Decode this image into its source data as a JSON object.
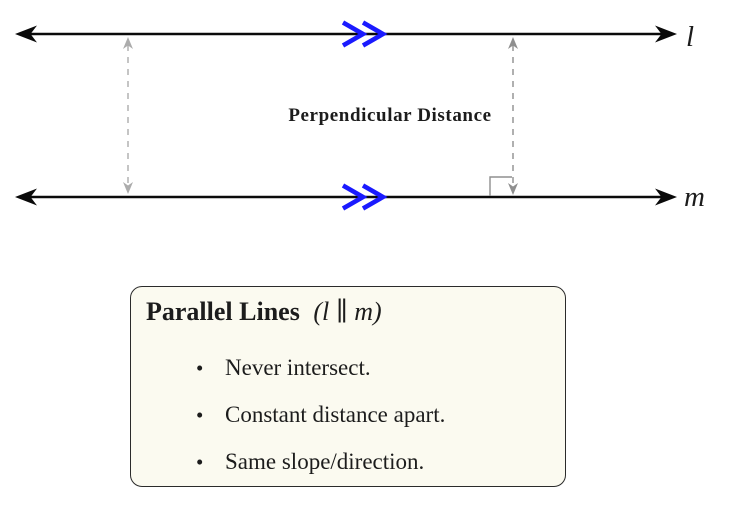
{
  "figure": {
    "line_l": {
      "label": "l"
    },
    "line_m": {
      "label": "m"
    },
    "distance_label": "Perpendicular Distance"
  },
  "infobox": {
    "title": "Parallel Lines",
    "title_math": "(l ∥ m)",
    "bullet_char": "•",
    "bullets": [
      "Never intersect.",
      "Constant distance apart.",
      "Same slope/direction."
    ]
  },
  "colors": {
    "line": "#0a0a0a",
    "parallel_mark_blue": "#1a1aff",
    "dashed_gray_left": "#acacac",
    "dashed_gray_right": "#8f8f8f",
    "box_background": "#fbfaf0",
    "box_border": "#2b2b2b",
    "text": "#1c1c1c"
  }
}
